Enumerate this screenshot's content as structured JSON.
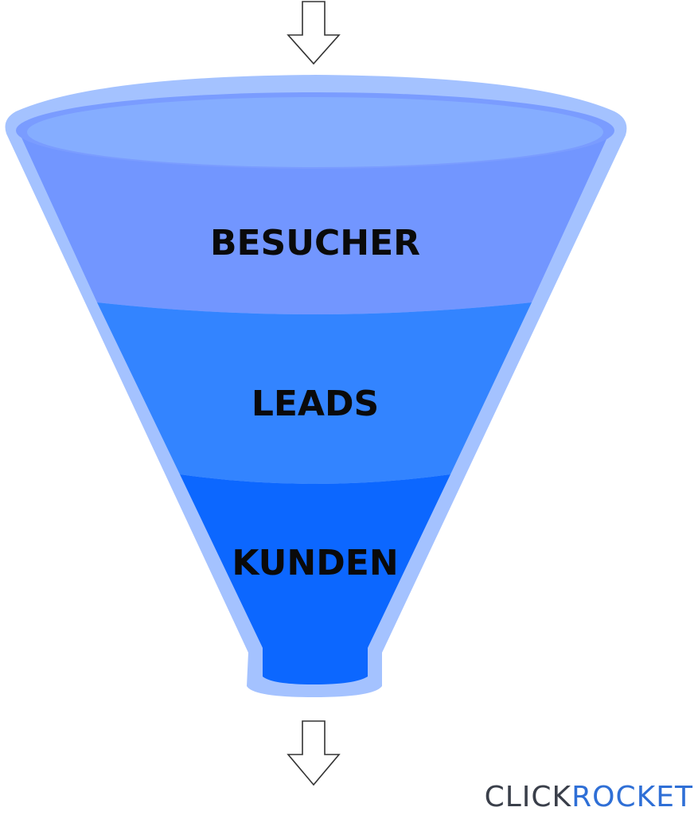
{
  "stages": [
    {
      "label": "BESUCHER",
      "color": "#7296ff"
    },
    {
      "label": "LEADS",
      "color": "#3384ff"
    },
    {
      "label": "KUNDEN",
      "color": "#0c67ff"
    }
  ],
  "funnel": {
    "rim_color": "#a4c2ff",
    "top_surface_color": "#85adff",
    "top_ring_color": "#7a9cff"
  },
  "arrows": {
    "in_icon": "down-arrow-icon",
    "out_icon": "down-arrow-icon",
    "stroke_color": "#333333"
  },
  "logo": {
    "part_a": "CLICK",
    "part_b": "ROCKET",
    "color_a": "#3a3f4a",
    "color_b": "#2f6fd6"
  }
}
